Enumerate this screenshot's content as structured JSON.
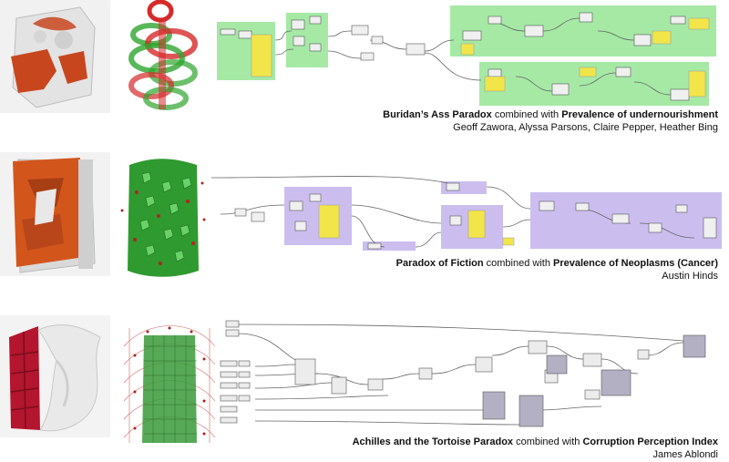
{
  "projects": [
    {
      "paradox": "Buridan’s Ass Paradox",
      "connector": "combined with",
      "dataset": "Prevalence of undernourishment",
      "authors": "Geoff Zawora, Alyssa Parsons, Claire Pepper, Heather Bing",
      "photo_colors": {
        "primary": "#c8461e",
        "secondary": "#e6e6e6"
      },
      "render_colors": {
        "primary": "#2ea52e",
        "secondary": "#d62a2a"
      },
      "group_color": "#8fe38f"
    },
    {
      "paradox": "Paradox of Fiction",
      "connector": "combined with",
      "dataset": "Prevalence of Neoplasms (Cancer)",
      "authors": "Austin Hinds",
      "photo_colors": {
        "primary": "#d2561c",
        "secondary": "#dcdcdc"
      },
      "render_colors": {
        "primary": "#2f9a2f",
        "secondary": "#b42222"
      },
      "group_color": "#b9a8ea"
    },
    {
      "paradox": "Achilles and the Tortoise Paradox",
      "connector": "combined with",
      "dataset": "Corruption Perception Index",
      "authors": "James Ablondi",
      "photo_colors": {
        "primary": "#b3162e",
        "secondary": "#ececec"
      },
      "render_colors": {
        "primary": "#3a9a3a",
        "secondary": "#b01c1c"
      },
      "group_color": "#c6c2d8"
    }
  ]
}
